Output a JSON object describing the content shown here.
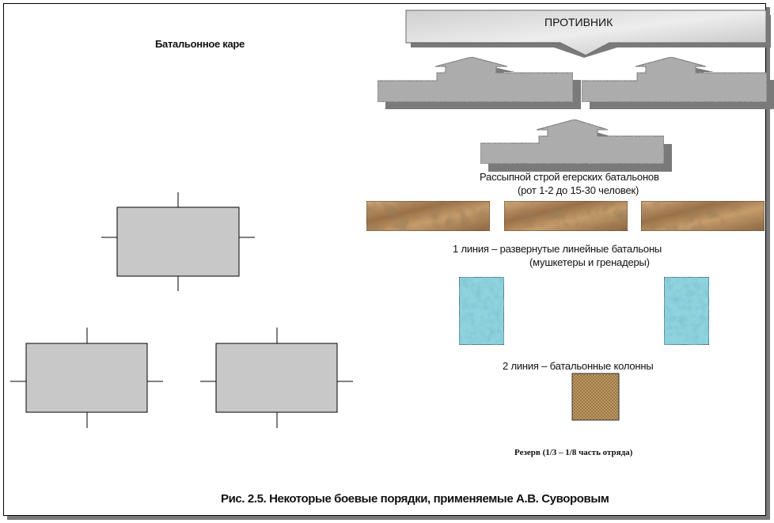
{
  "enemy_label": "ПРОТИВНИК",
  "square_title": "Батальонное каре",
  "skirmish_caption": {
    "line1": "Рассыпной строй егерских батальонов",
    "line2": "(рот 1-2 до 15-30 человек)"
  },
  "first_line_caption": {
    "line1": "1 линия  – развернутые линейные  батальоны",
    "line2": "(мушкетеры и гренадеры)"
  },
  "second_line_caption": "2 линия  – батальонные  колонны",
  "reserve_caption": "Резерв (1/3 – 1/8 часть отряда)",
  "figure_caption": "Рис. 2.5. Некоторые боевые порядки, применяемые А.В. Суворовым",
  "colors": {
    "granite": "#a9a9a9",
    "enemy_block": "#d6d6d6",
    "sand_paper": "#b58e63",
    "water_fill": "#8fd3df",
    "burlap": "#c9a66b",
    "square_fill": "#c8c8c8"
  }
}
